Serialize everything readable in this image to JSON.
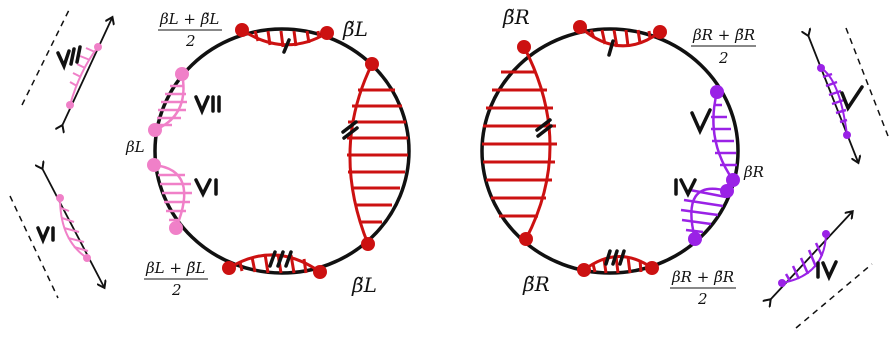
{
  "colors": {
    "red": "#cc1111",
    "pink": "#f080c8",
    "purple": "#9a22e6",
    "black": "#111111"
  },
  "labels": {
    "left_top_frac_num": "βL + β̃L",
    "left_top_frac_den": "2",
    "left_top_right": "β̃L",
    "left_mid": "βL",
    "left_bottom_frac_num": "βL + β̃L",
    "left_bottom_frac_den": "2",
    "left_bottom_right": "β̃L",
    "right_top_left": "β̃R",
    "right_top_frac_num": "βR + β̃R",
    "right_top_frac_den": "2",
    "right_mid": "βR",
    "right_bottom_left": "β̃R",
    "right_bottom_frac_num": "βR + β̃R",
    "right_bottom_frac_den": "2"
  },
  "region_marks": {
    "I": "I",
    "II": "II",
    "III": "III",
    "IV": "IV",
    "V": "V",
    "VI": "VI",
    "VII": "VII"
  }
}
